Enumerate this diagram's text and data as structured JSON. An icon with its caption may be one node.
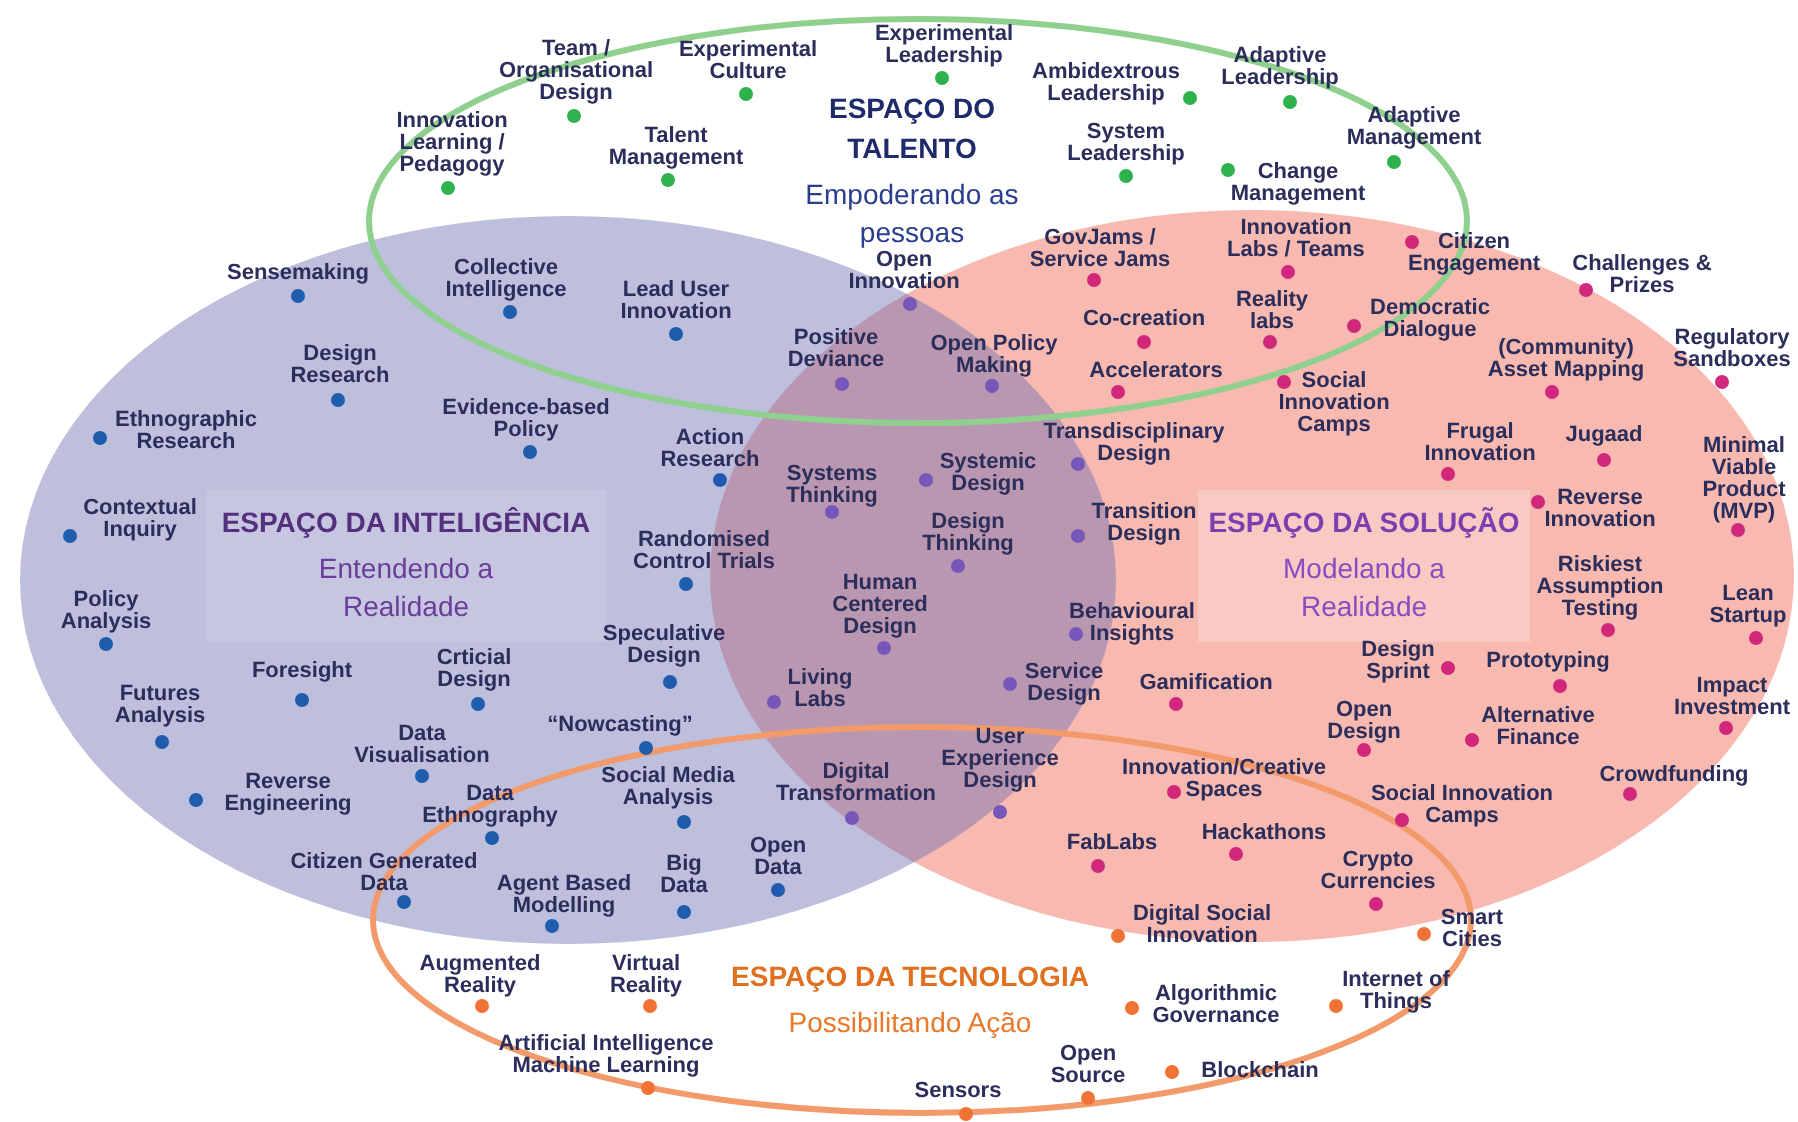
{
  "diagram": {
    "nodes": [
      {
        "text": [
          "ESPAÇO DO TALENTO",
          "Empoderando as pessoas"
        ]
      },
      {
        "text": [
          "ESPAÇO DA INTELIGÊNCIA",
          "Entendendo a Realidade"
        ]
      },
      {
        "text": [
          "ESPAÇO DA SOLUÇÃO",
          "Modelando a Realidade"
        ]
      },
      {
        "text": [
          "ESPAÇO DA TECNOLOGIA",
          "Possibilitando Ação"
        ]
      }
    ],
    "edges": [],
    "labels": [
      "Team / Organisational Design",
      "Experimental Culture",
      "Experimental Leadership",
      "Innovation Learning / Pedagogy",
      "Talent Management",
      "Ambidextrous Leadership",
      "Adaptive Leadership",
      "System Leadership",
      "Adaptive Management",
      "Change Management",
      "Sensemaking",
      "Collective Intelligence",
      "Lead User Innovation",
      "Design Research",
      "Ethnographic Research",
      "Evidence-based Policy",
      "Action Research",
      "Contextual Inquiry",
      "Randomised Control Trials",
      "Policy Analysis",
      "Speculative Design",
      "Foresight",
      "Crticial Design",
      "Futures Analysis",
      "“Nowcasting”",
      "Data Visualisation",
      "Reverse Engineering",
      "Data Ethnography",
      "Social Media Analysis",
      "Citizen Generated Data",
      "Agent Based Modelling",
      "Big Data",
      "Open Data",
      "Open Innovation",
      "Positive Deviance",
      "Open Policy Making",
      "Systems Thinking",
      "Systemic Design",
      "Design Thinking",
      "Human Centered Design",
      "Transdisciplinary Design",
      "Transition Design",
      "Behavioural Insights",
      "Living Labs",
      "Service Design",
      "Digital Transformation",
      "User Experience Design",
      "GovJams / Service Jams",
      "Innovation Labs / Teams",
      "Citizen Engagement",
      "Challenges & Prizes",
      "Co-creation",
      "Reality labs",
      "Democratic Dialogue",
      "(Community) Asset Mapping",
      "Regulatory Sandboxes",
      "Accelerators",
      "Social Innovation Camps",
      "Frugal Innovation",
      "Jugaad",
      "Minimal Viable Product (MVP)",
      "Reverse Innovation",
      "Riskiest Assumption Testing",
      "Lean Startup",
      "Design Sprint",
      "Prototyping",
      "Gamification",
      "Impact Investment",
      "Open Design",
      "Alternative Finance",
      "Crowdfunding",
      "Innovation/Creative Spaces",
      "Social Innovation Camps",
      "FabLabs",
      "Hackathons",
      "Crypto Currencies",
      "Digital Social Innovation",
      "Smart Cities",
      "Augmented Reality",
      "Virtual Reality",
      "Artificial Intelligence Machine Learning",
      "Algorithmic Governance",
      "Internet of Things",
      "Open Source",
      "Blockchain",
      "Sensors"
    ]
  }
}
